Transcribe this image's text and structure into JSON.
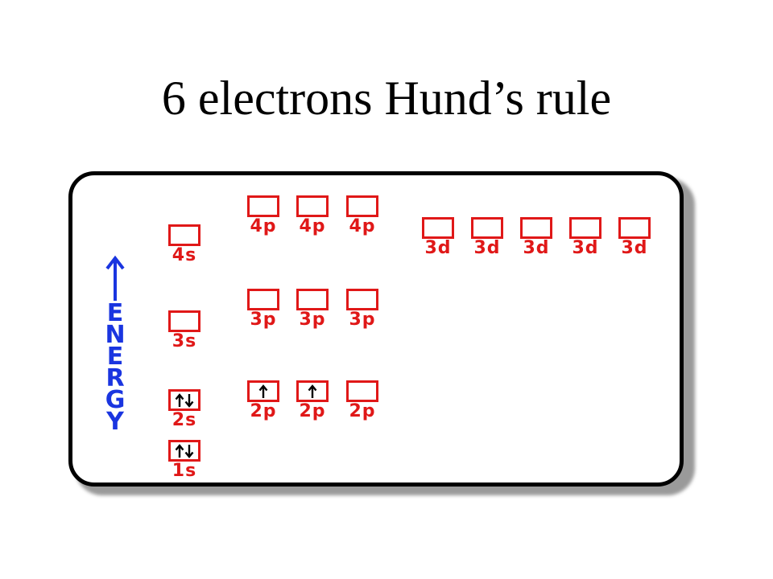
{
  "slide": {
    "title": "6 electrons Hund’s rule"
  },
  "axis": {
    "label": "ENERGY",
    "letters": [
      "E",
      "N",
      "E",
      "R",
      "G",
      "Y"
    ]
  },
  "colors": {
    "box": "#e01818",
    "label": "#e01818",
    "energy": "#1a35e0",
    "electron": "#000000",
    "border": "#000000"
  },
  "icons": {
    "spin_up": "arrow-up-icon",
    "spin_down": "arrow-down-icon",
    "energy": "arrow-up-icon"
  },
  "orbitals": [
    {
      "label": "4s",
      "electrons": ""
    },
    {
      "label": "3s",
      "electrons": ""
    },
    {
      "label": "2s",
      "electrons": "up-down"
    },
    {
      "label": "1s",
      "electrons": "up-down"
    },
    {
      "label": "4p",
      "electrons": ""
    },
    {
      "label": "4p",
      "electrons": ""
    },
    {
      "label": "4p",
      "electrons": ""
    },
    {
      "label": "3p",
      "electrons": ""
    },
    {
      "label": "3p",
      "electrons": ""
    },
    {
      "label": "3p",
      "electrons": ""
    },
    {
      "label": "2p",
      "electrons": "up"
    },
    {
      "label": "2p",
      "electrons": "up"
    },
    {
      "label": "2p",
      "electrons": ""
    },
    {
      "label": "3d",
      "electrons": ""
    },
    {
      "label": "3d",
      "electrons": ""
    },
    {
      "label": "3d",
      "electrons": ""
    },
    {
      "label": "3d",
      "electrons": ""
    },
    {
      "label": "3d",
      "electrons": ""
    }
  ]
}
